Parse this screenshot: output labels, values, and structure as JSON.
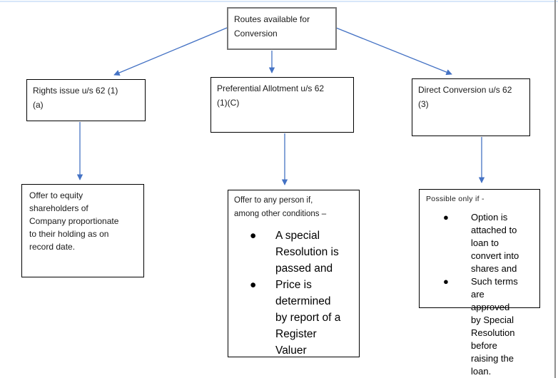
{
  "canvas": {
    "background": "#ffffff",
    "connector_color": "#4472C4",
    "root_border_color": "#787878",
    "box_border_color": "#000000",
    "bullet_glyph": "●"
  },
  "diagram": {
    "root_box": {
      "label": "Routes available for\nConversion"
    },
    "branches": [
      {
        "label": "Rights issue u/s 62 (1)\n(a)"
      },
      {
        "label": "Preferential Allotment u/s 62\n(1)(C)"
      },
      {
        "label": "Direct Conversion u/s 62\n(3)"
      }
    ],
    "details": [
      {
        "text": "Offer to equity\nshareholders of\nCompany proportionate\nto their holding as on\nrecord date."
      },
      {
        "intro": "Offer to any person if,\namong other conditions –",
        "bullets": [
          "A special\nResolution is\npassed and",
          "Price is\ndetermined\nby report of a\nRegister\nValuer"
        ]
      },
      {
        "intro": "Possible only if -",
        "bullets": [
          "Option is\nattached to\nloan to\nconvert into\nshares and",
          "Such terms\nare\napproved\nby Special\nResolution\nbefore\nraising the\nloan."
        ]
      }
    ]
  }
}
